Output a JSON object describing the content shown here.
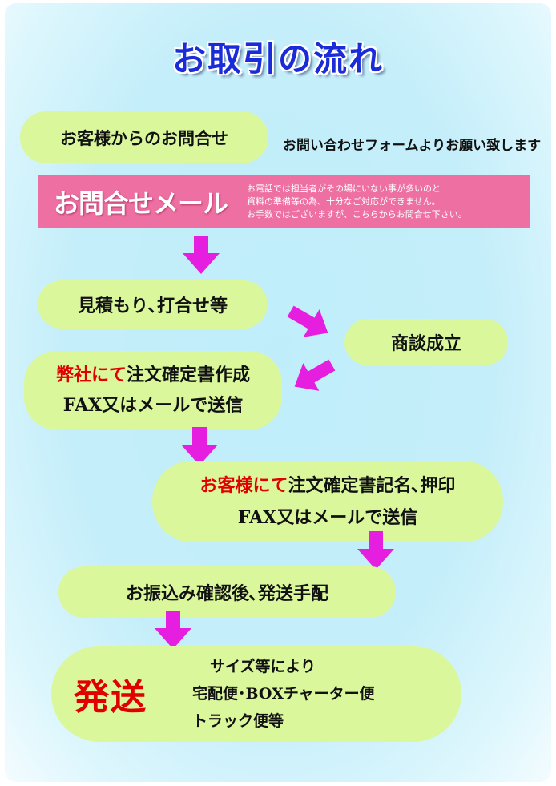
{
  "title": "お取引の流れ",
  "step_inquiry": {
    "label": "お客様からのお問合せ",
    "note": "お問い合わせフォームよりお願い致します"
  },
  "mail": {
    "label": "お問合せメール",
    "note_lines": [
      "お電話では担当者がその場にいない事が多いのと",
      "資料の準備等の為、十分なご対応ができません。",
      "お手数ではございますが、こちらからお問合せ下さい。"
    ]
  },
  "step_estimate": {
    "label": "見積もり､打合せ等"
  },
  "step_deal": {
    "label": "商談成立"
  },
  "step_confirm_doc": {
    "red": "弊社にて",
    "rest": "注文確定書作成",
    "line2": "FAX又はメールで送信"
  },
  "step_sign": {
    "red": "お客様にて",
    "rest": "注文確定書記名､押印",
    "line2": "FAX又はメールで送信"
  },
  "step_payment": {
    "label": "お振込み確認後､発送手配"
  },
  "step_ship": {
    "big": "発送",
    "lines": [
      "サイズ等により",
      "宅配便･BOXチャーター便",
      "トラック便等"
    ]
  },
  "colors": {
    "title": "#1a2bd8",
    "pill": "#dbf79c",
    "banner": "#ee6fa2",
    "arrow": "#e61ee0",
    "highlight": "#e00000"
  }
}
